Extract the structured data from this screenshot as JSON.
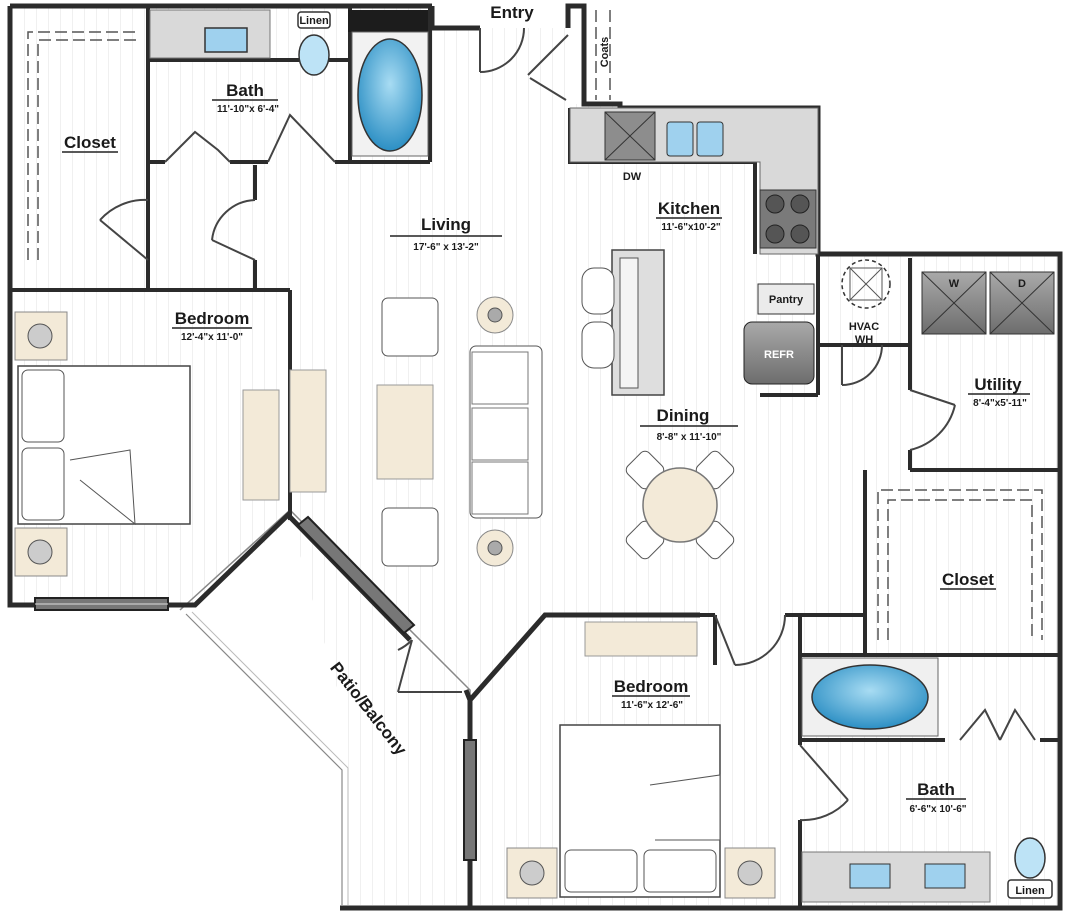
{
  "plan": {
    "rooms": {
      "entry": {
        "name": "Entry"
      },
      "coats": {
        "name": "Coats"
      },
      "bath1": {
        "name": "Bath",
        "dim": "11'-10\"x 6'-4\""
      },
      "closet1": {
        "name": "Closet"
      },
      "living": {
        "name": "Living",
        "dim": "17'-6\" x 13'-2\""
      },
      "kitchen": {
        "name": "Kitchen",
        "dim": "11'-6\"x10'-2\""
      },
      "bedroom1": {
        "name": "Bedroom",
        "dim": "12'-4\"x 11'-0\""
      },
      "dining": {
        "name": "Dining",
        "dim": "8'-8\" x 11'-10\""
      },
      "utility": {
        "name": "Utility",
        "dim": "8'-4\"x5'-11\""
      },
      "closet2": {
        "name": "Closet"
      },
      "bedroom2": {
        "name": "Bedroom",
        "dim": "11'-6\"x 12'-6\""
      },
      "bath2": {
        "name": "Bath",
        "dim": "6'-6\"x 10'-6\""
      },
      "patio": {
        "name": "Patio/Balcony"
      }
    },
    "fixtures": {
      "linen_top": "Linen",
      "linen_bottom": "Linen",
      "dw": "DW",
      "pantry": "Pantry",
      "refr": "REFR",
      "hvac": "HVAC",
      "wh": "WH",
      "washer": "W",
      "dryer": "D"
    },
    "colors": {
      "wall": "#2b2b2b",
      "floor_stripe": "#dcdcdc",
      "counter": "#d9d9d9",
      "furniture": "#f3ead8",
      "water": "#4aa8d8",
      "appliance": "#888888"
    }
  }
}
